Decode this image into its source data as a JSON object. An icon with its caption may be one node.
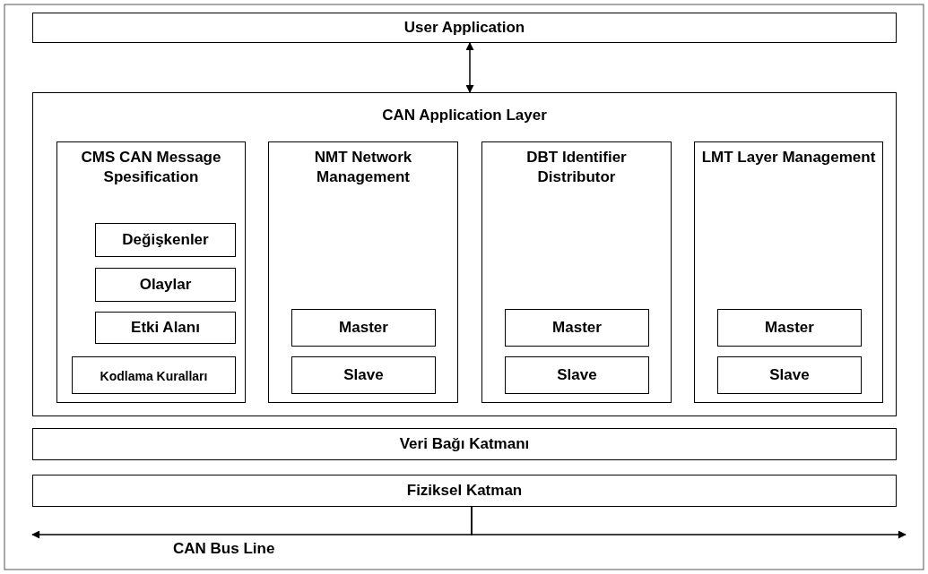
{
  "diagram": {
    "nodes": [
      {
        "text": [
          "User Application"
        ]
      },
      {
        "text": [
          "CAN Application Layer"
        ]
      },
      {
        "text": [
          "CMS CAN Message Spesification"
        ],
        "in": 1
      },
      {
        "text": [
          "Değişkenler"
        ],
        "in": 2
      },
      {
        "text": [
          "Olaylar"
        ],
        "in": 2
      },
      {
        "text": [
          "Etki Alanı"
        ],
        "in": 2
      },
      {
        "text": [
          "Kodlama Kuralları"
        ],
        "in": 2
      },
      {
        "text": [
          "NMT Network Management"
        ],
        "in": 1
      },
      {
        "text": [
          "Master"
        ],
        "in": 7
      },
      {
        "text": [
          "Slave"
        ],
        "in": 7
      },
      {
        "text": [
          "DBT Identifier Distributor"
        ],
        "in": 1
      },
      {
        "text": [
          "Master"
        ],
        "in": 10
      },
      {
        "text": [
          "Slave"
        ],
        "in": 10
      },
      {
        "text": [
          "LMT Layer Management"
        ],
        "in": 1
      },
      {
        "text": [
          "Master"
        ],
        "in": 13
      },
      {
        "text": [
          "Slave"
        ],
        "in": 13
      },
      {
        "text": [
          "Veri Bağı Katmanı"
        ]
      },
      {
        "text": [
          "Fiziksel Katman"
        ]
      }
    ],
    "edges": [
      {
        "from": 0,
        "to": 1,
        "arrow": "both"
      },
      {
        "from": 17,
        "to": null,
        "arrow": "to",
        "label": "CAN Bus Line"
      },
      {
        "from": 17,
        "to": null,
        "arrow": "to"
      }
    ]
  }
}
